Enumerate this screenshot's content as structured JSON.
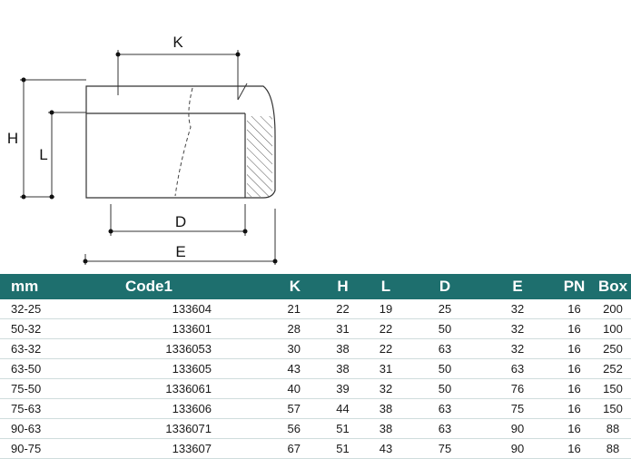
{
  "drawing": {
    "labels": {
      "k": "K",
      "h": "H",
      "l": "L",
      "d": "D",
      "e": "E"
    }
  },
  "table": {
    "headers": {
      "mm": "mm",
      "code": "Code1",
      "k": "K",
      "h": "H",
      "l": "L",
      "d": "D",
      "e": "E",
      "pn": "PN",
      "box": "Box"
    },
    "rows": [
      {
        "mm": "32-25",
        "code": "133604",
        "k": "21",
        "h": "22",
        "l": "19",
        "d": "25",
        "e": "32",
        "pn": "16",
        "box": "200"
      },
      {
        "mm": "50-32",
        "code": "133601",
        "k": "28",
        "h": "31",
        "l": "22",
        "d": "50",
        "e": "32",
        "pn": "16",
        "box": "100"
      },
      {
        "mm": "63-32",
        "code": "1336053",
        "k": "30",
        "h": "38",
        "l": "22",
        "d": "63",
        "e": "32",
        "pn": "16",
        "box": "250"
      },
      {
        "mm": "63-50",
        "code": "133605",
        "k": "43",
        "h": "38",
        "l": "31",
        "d": "50",
        "e": "63",
        "pn": "16",
        "box": "252"
      },
      {
        "mm": "75-50",
        "code": "1336061",
        "k": "40",
        "h": "39",
        "l": "32",
        "d": "50",
        "e": "76",
        "pn": "16",
        "box": "150"
      },
      {
        "mm": "75-63",
        "code": "133606",
        "k": "57",
        "h": "44",
        "l": "38",
        "d": "63",
        "e": "75",
        "pn": "16",
        "box": "150"
      },
      {
        "mm": "90-63",
        "code": "1336071",
        "k": "56",
        "h": "51",
        "l": "38",
        "d": "63",
        "e": "90",
        "pn": "16",
        "box": "88"
      },
      {
        "mm": "90-75",
        "code": "133607",
        "k": "67",
        "h": "51",
        "l": "43",
        "d": "75",
        "e": "90",
        "pn": "16",
        "box": "88"
      }
    ]
  }
}
